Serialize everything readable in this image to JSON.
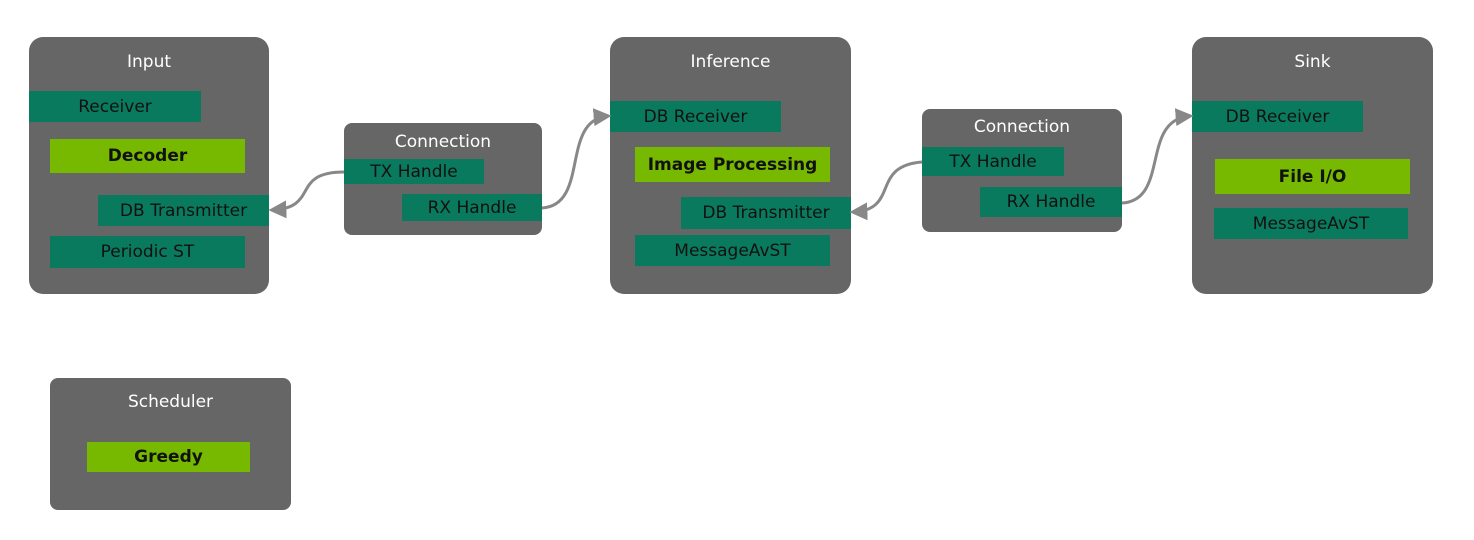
{
  "colors": {
    "panel": "#666666",
    "teal": "#0a7a5e",
    "green": "#76b900",
    "arrow": "#888888"
  },
  "input": {
    "title": "Input",
    "receiver": "Receiver",
    "decoder": "Decoder",
    "db_transmitter": "DB Transmitter",
    "periodic_st": "Periodic ST"
  },
  "connection_1": {
    "title": "Connection",
    "tx_handle": "TX Handle",
    "rx_handle": "RX Handle"
  },
  "inference": {
    "title": "Inference",
    "db_receiver": "DB Receiver",
    "image_processing": "Image Processing",
    "db_transmitter": "DB Transmitter",
    "message_avst": "MessageAvST"
  },
  "connection_2": {
    "title": "Connection",
    "tx_handle": "TX Handle",
    "rx_handle": "RX Handle"
  },
  "sink": {
    "title": "Sink",
    "db_receiver": "DB Receiver",
    "file_io": "File I/O",
    "message_avst": "MessageAvST"
  },
  "scheduler": {
    "title": "Scheduler",
    "greedy": "Greedy"
  }
}
